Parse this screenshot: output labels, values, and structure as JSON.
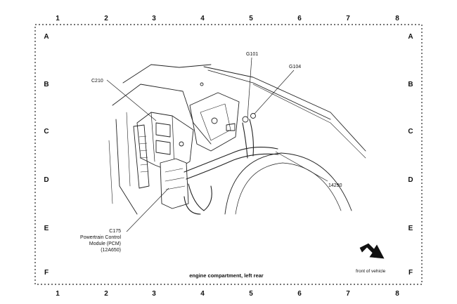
{
  "grid": {
    "columns": [
      "1",
      "2",
      "3",
      "4",
      "5",
      "6",
      "7",
      "8"
    ],
    "rows": [
      "A",
      "B",
      "C",
      "D",
      "E",
      "F"
    ]
  },
  "callouts": {
    "c210": "C210",
    "g101": "G101",
    "g104": "G104",
    "part_14290": "14290",
    "c175_line1": "C175",
    "c175_line2": "Powertrain Control",
    "c175_line3": "Module (PCM)",
    "c175_line4": "(12A650)"
  },
  "caption": "engine compartment, left rear",
  "orientation_label": "front of vehicle"
}
